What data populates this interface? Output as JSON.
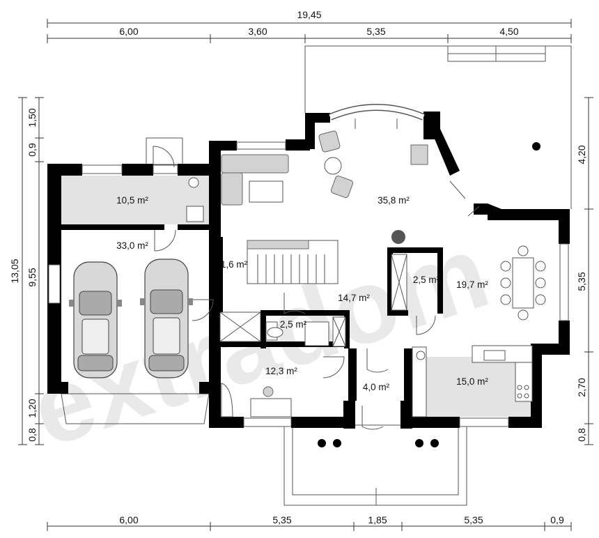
{
  "dimensions": {
    "top_total": "19,45",
    "top_segments": [
      "6,00",
      "3,60",
      "5,35",
      "4,50"
    ],
    "bottom_segments": [
      "6,00",
      "5,35",
      "1,85",
      "5,35",
      "0,9"
    ],
    "left_total": "13,05",
    "left_segments": [
      "1,50",
      "0,9",
      "9,55",
      "1,20",
      "0,8"
    ],
    "right_segments": [
      "4,20",
      "5,35",
      "2,70",
      "0,8"
    ]
  },
  "rooms": {
    "boiler_room": "10,5 m²",
    "garage": "33,0 m²",
    "living_room": "35,8 m²",
    "pantry_small": "1,6 m²",
    "hall": "14,7 m²",
    "closet": "2,5 m²",
    "dining_room": "19,7 m²",
    "wc": "2,5 m²",
    "office": "12,3 m²",
    "vestibule": "4,0 m²",
    "kitchen": "15,0 m²"
  },
  "watermark": "extradom",
  "colors": {
    "wall": "#000000",
    "tiled_floor": "#e3e3e3",
    "dimension_line": "#333333"
  }
}
